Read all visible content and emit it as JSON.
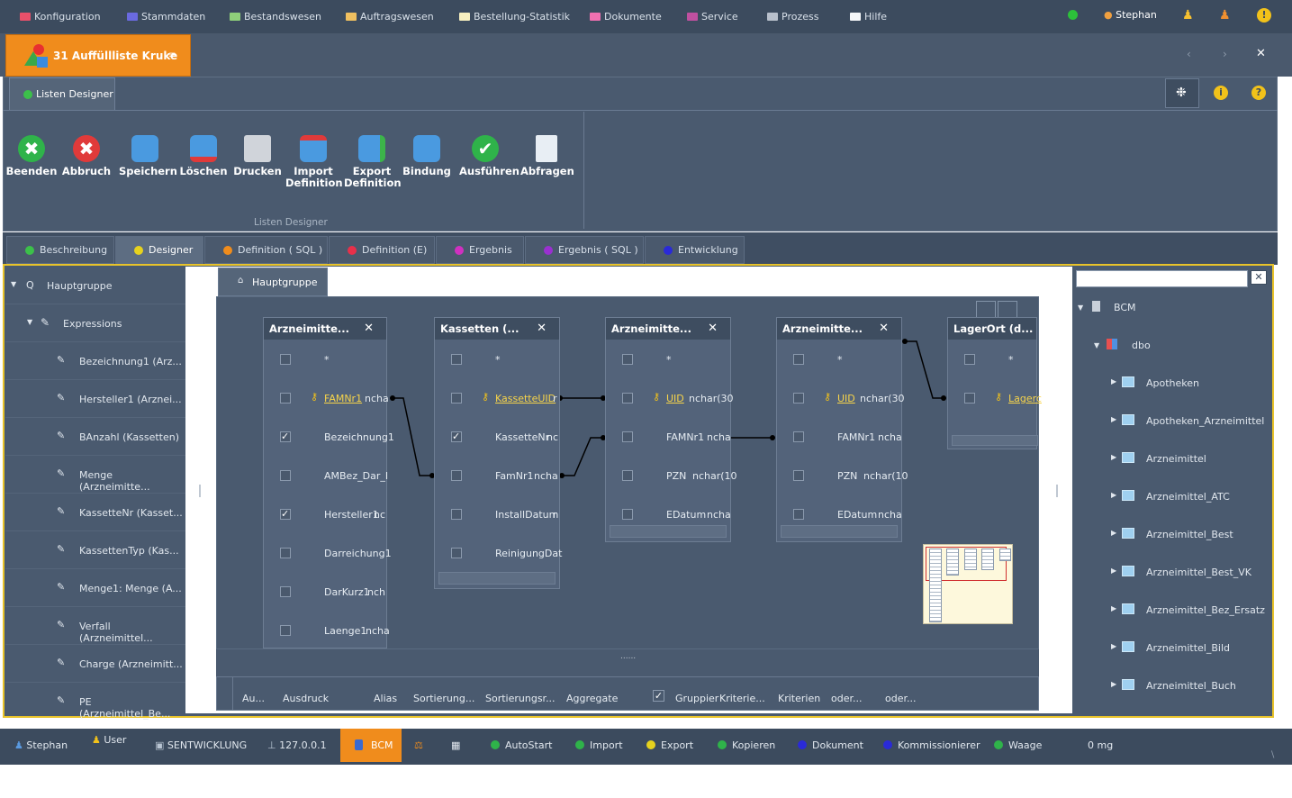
{
  "menu": {
    "items": [
      "Konfiguration",
      "Stammdaten",
      "Bestandswesen",
      "Auftragswesen",
      "Bestellung-Statistik",
      "Dokumente",
      "Service",
      "Prozess",
      "Hilfe"
    ],
    "user": "Stephan"
  },
  "doc_tab": {
    "title": "31 Auffüllliste Kruke"
  },
  "ribbon": {
    "tab_label": "Listen Designer",
    "group_label": "Listen Designer",
    "buttons": [
      {
        "label": "Beenden"
      },
      {
        "label": "Abbruch"
      },
      {
        "label": "Speichern"
      },
      {
        "label": "Löschen"
      },
      {
        "label": "Drucken"
      },
      {
        "label": "Import Definition"
      },
      {
        "label": "Export Definition"
      },
      {
        "label": "Bindung"
      },
      {
        "label": "Ausführen"
      },
      {
        "label": "Abfragen"
      }
    ]
  },
  "sub_tabs": [
    "Beschreibung",
    "Designer",
    "Definition ( SQL )",
    "Definition (E)",
    "Ergebnis",
    "Ergebnis ( SQL )",
    "Entwicklung"
  ],
  "left_tree": {
    "root": {
      "prefix": "Q",
      "label": "Hauptgruppe"
    },
    "expressions_label": "Expressions",
    "items": [
      "Bezeichnung1 (Arz...",
      "Hersteller1 (Arznei...",
      "BAnzahl (Kassetten)",
      "Menge (Arzneimitte...",
      "KassetteNr (Kasset...",
      "KassettenTyp (Kas...",
      "Menge1: Menge (A...",
      "Verfall (Arzneimittel...",
      "Charge (Arzneimitt...",
      "PE (Arzneimittel_Be..."
    ]
  },
  "designer": {
    "tab_label": "Hauptgruppe",
    "tables": [
      {
        "title": "Arzneimitte...",
        "rows": [
          {
            "name": "*",
            "type": "",
            "checked": false,
            "key": false
          },
          {
            "name": "FAMNr1",
            "type": "ncha",
            "checked": false,
            "key": true
          },
          {
            "name": "Bezeichnung1",
            "type": "",
            "checked": true,
            "key": false
          },
          {
            "name": "AMBez_Dar_I",
            "type": "",
            "checked": false,
            "key": false
          },
          {
            "name": "Hersteller1",
            "type": "nc",
            "checked": true,
            "key": false
          },
          {
            "name": "Darreichung1",
            "type": "",
            "checked": false,
            "key": false
          },
          {
            "name": "DarKurz1",
            "type": "nch",
            "checked": false,
            "key": false
          },
          {
            "name": "Laenge1",
            "type": "ncha",
            "checked": false,
            "key": false
          }
        ]
      },
      {
        "title": "Kassetten (...",
        "rows": [
          {
            "name": "*",
            "type": "",
            "checked": false,
            "key": false
          },
          {
            "name": "KassetteUID",
            "type": "r",
            "checked": false,
            "key": true
          },
          {
            "name": "KassetteNr",
            "type": "nc",
            "checked": true,
            "key": false
          },
          {
            "name": "FamNr1",
            "type": "ncha",
            "checked": false,
            "key": false
          },
          {
            "name": "InstallDatum",
            "type": "r",
            "checked": false,
            "key": false
          },
          {
            "name": "ReinigungDat",
            "type": "",
            "checked": false,
            "key": false
          }
        ]
      },
      {
        "title": "Arzneimitte...",
        "rows": [
          {
            "name": "*",
            "type": "",
            "checked": false,
            "key": false
          },
          {
            "name": "UID",
            "type": "nchar(30",
            "checked": false,
            "key": true
          },
          {
            "name": "FAMNr1",
            "type": "ncha",
            "checked": false,
            "key": false
          },
          {
            "name": "PZN",
            "type": "nchar(10",
            "checked": false,
            "key": false
          },
          {
            "name": "EDatum",
            "type": "ncha",
            "checked": false,
            "key": false
          }
        ]
      },
      {
        "title": "Arzneimitte...",
        "rows": [
          {
            "name": "*",
            "type": "",
            "checked": false,
            "key": false
          },
          {
            "name": "UID",
            "type": "nchar(30",
            "checked": false,
            "key": true
          },
          {
            "name": "FAMNr1",
            "type": "ncha",
            "checked": false,
            "key": false
          },
          {
            "name": "PZN",
            "type": "nchar(10",
            "checked": false,
            "key": false
          },
          {
            "name": "EDatum",
            "type": "ncha",
            "checked": false,
            "key": false
          }
        ]
      },
      {
        "title": "LagerOrt (d...",
        "rows": [
          {
            "name": "*",
            "type": "",
            "checked": false,
            "key": false
          },
          {
            "name": "Lagerc",
            "type": "",
            "checked": false,
            "key": true
          }
        ]
      }
    ],
    "splitter_label": "......",
    "grid_columns": [
      "Au...",
      "Ausdruck",
      "Alias",
      "Sortierung...",
      "Sortierungsr...",
      "Aggregate",
      "Gruppier",
      "Kriterie...",
      "Kriterien",
      "oder...",
      "oder..."
    ]
  },
  "right_tree": {
    "root": "BCM",
    "schema": "dbo",
    "tables": [
      "Apotheken",
      "Apotheken_Arzneimittel",
      "Arzneimittel",
      "Arzneimittel_ATC",
      "Arzneimittel_Best",
      "Arzneimittel_Best_VK",
      "Arzneimittel_Bez_Ersatz",
      "Arzneimittel_Bild",
      "Arzneimittel_Buch"
    ]
  },
  "status": {
    "user": "Stephan",
    "role": "User",
    "machine": "SENTWICKLUNG",
    "ip": "127.0.0.1",
    "db": "BCM",
    "items": [
      "AutoStart",
      "Import",
      "Export",
      "Kopieren",
      "Dokument",
      "Kommissionierer",
      "Waage"
    ],
    "weight": "0 mg"
  }
}
